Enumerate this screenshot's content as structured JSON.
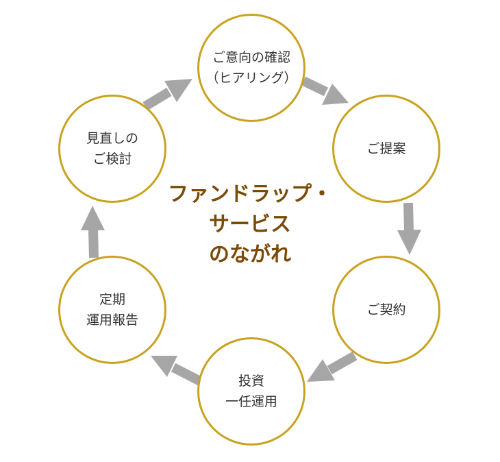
{
  "title": {
    "line1": "ファンドラップ・",
    "line2": "サービス",
    "line3": "のながれ"
  },
  "steps": [
    {
      "line1": "ご意向の確認",
      "line2": "（ヒアリング）"
    },
    {
      "line1": "ご提案"
    },
    {
      "line1": "ご契約"
    },
    {
      "line1": "投資",
      "line2": "一任運用"
    },
    {
      "line1": "定期",
      "line2": "運用報告"
    },
    {
      "line1": "見直しの",
      "line2": "ご検討"
    }
  ],
  "colors": {
    "circle_border": "#c9a21f",
    "arrow": "#a6a6a6",
    "title": "#7b4a08",
    "text": "#333333"
  }
}
